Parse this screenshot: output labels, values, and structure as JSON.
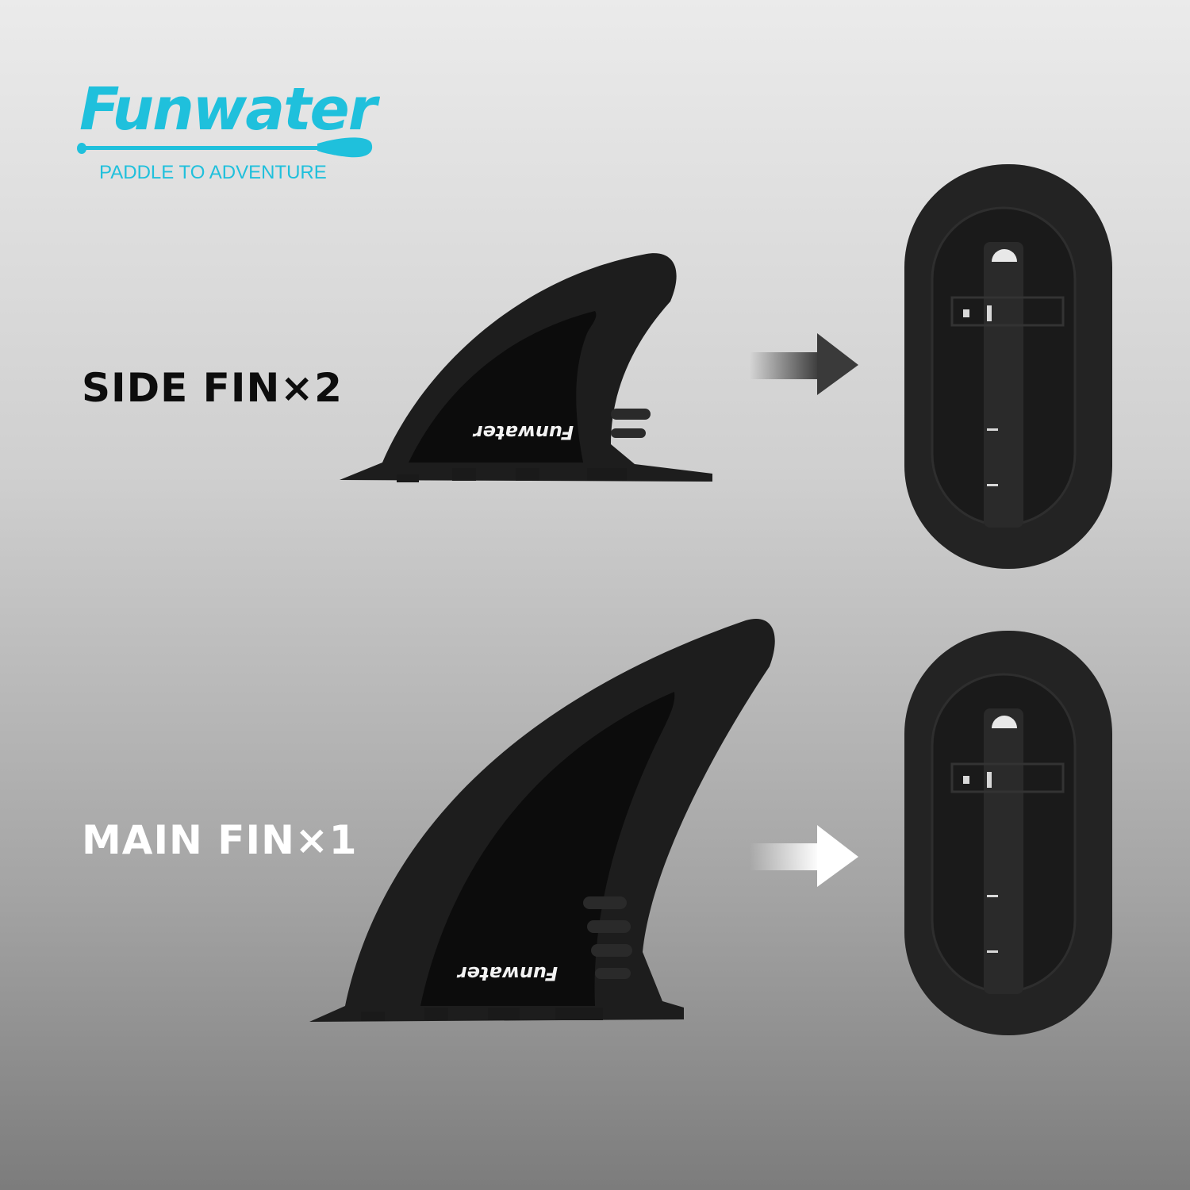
{
  "brand": {
    "name": "Funwater",
    "tagline": "PADDLE TO ADVENTURE",
    "color": "#1fc0dc"
  },
  "labels": {
    "side_fin": "SIDE FIN×2",
    "main_fin": "MAIN FIN×1"
  },
  "fin_logo_text": "Funwater",
  "colors": {
    "side_arrow": "#3a3a3a",
    "main_arrow": "#ffffff",
    "fin": "#1b1b1b"
  }
}
